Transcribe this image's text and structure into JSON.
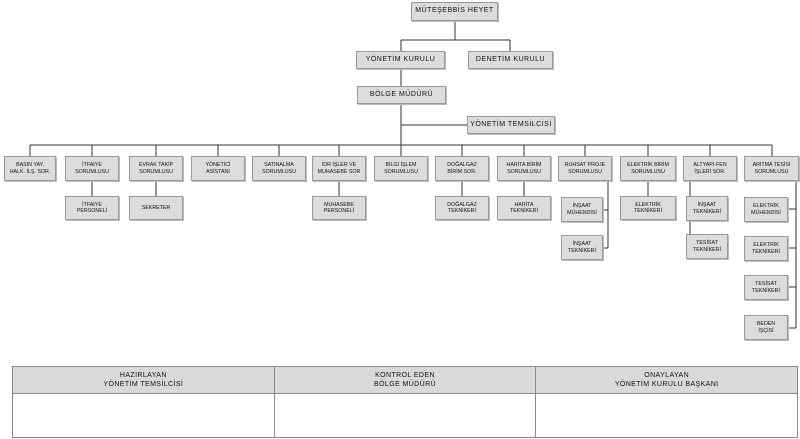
{
  "top": "MÜTEŞEBBİS HEYET",
  "board": "YÖNETİM KURULU",
  "audit": "DENETİM KURULU",
  "director": "BÖLGE MÜDÜRÜ",
  "representative": "YÖNETİM TEMSİLCİSİ",
  "units": [
    {
      "l1": "BASIN YAY.",
      "l2": "HALK. İLŞ. SOR."
    },
    {
      "l1": "İTFAİYE",
      "l2": "SORUMLUSU"
    },
    {
      "l1": "EVRAK TAKİP",
      "l2": "SORUMLUSU"
    },
    {
      "l1": "YÖNETİCİ",
      "l2": "ASİSTANI"
    },
    {
      "l1": "SATINALMA",
      "l2": "SORUMLUSU"
    },
    {
      "l1": "İDR İŞLER  VE",
      "l2": "MUHASEBE SOR"
    },
    {
      "l1": "BİLGİ İŞLEM",
      "l2": "SORUMLUSU"
    },
    {
      "l1": "DOĞALGAZ",
      "l2": "BİRİM SOR."
    },
    {
      "l1": "HARİTA BİRİM",
      "l2": "SORUMLUSU"
    },
    {
      "l1": "RUHSAT PROJE",
      "l2": "SORUMLUSU"
    },
    {
      "l1": "ELEKTRİK BİRİM",
      "l2": "SORUMLUSU"
    },
    {
      "l1": "ALTYAPI-FEN",
      "l2": "İŞLERİ SOR."
    },
    {
      "l1": "ARITMA TESİSİ",
      "l2": "SORUMLUSU"
    }
  ],
  "staff": [
    {
      "l1": "İTFAİYE",
      "l2": "PERSONELİ"
    },
    {
      "l1": "SEKRETER",
      "l2": ""
    },
    {
      "l1": "MUHASEBE",
      "l2": "PERSONELİ"
    },
    {
      "l1": "DOĞALGAZ",
      "l2": "TEKNİKERİ"
    },
    {
      "l1": "HARİTA",
      "l2": "TEKNİKERİ"
    },
    {
      "l1": "İNŞAAT",
      "l2": "MÜHENDİSİ"
    },
    {
      "l1": "İNŞAAT",
      "l2": "TEKNİKERİ"
    },
    {
      "l1": "ELEKTRİK",
      "l2": "TEKNİKERİ"
    },
    {
      "l1": "İNŞAAT",
      "l2": "TEKNİKERİ"
    },
    {
      "l1": "TESİSAT",
      "l2": "TEKNİKERİ"
    },
    {
      "l1": "ELEKTRİK",
      "l2": "MÜHENDİSİ"
    },
    {
      "l1": "ELEKTRİK",
      "l2": "TEKNİKERİ"
    },
    {
      "l1": "TESİSAT",
      "l2": "TEKNİKERİ"
    },
    {
      "l1": "BEDEN",
      "l2": "İŞÇİSİ"
    }
  ],
  "signature": [
    {
      "title": "HAZIRLAYAN",
      "role": "YÖNETİM TEMSİLCİSİ"
    },
    {
      "title": "KONTROL EDEN",
      "role": "BÖLGE MÜDÜRÜ"
    },
    {
      "title": "ONAYLAYAN",
      "role": "YÖNETİM KURULU BAŞKANI"
    }
  ]
}
